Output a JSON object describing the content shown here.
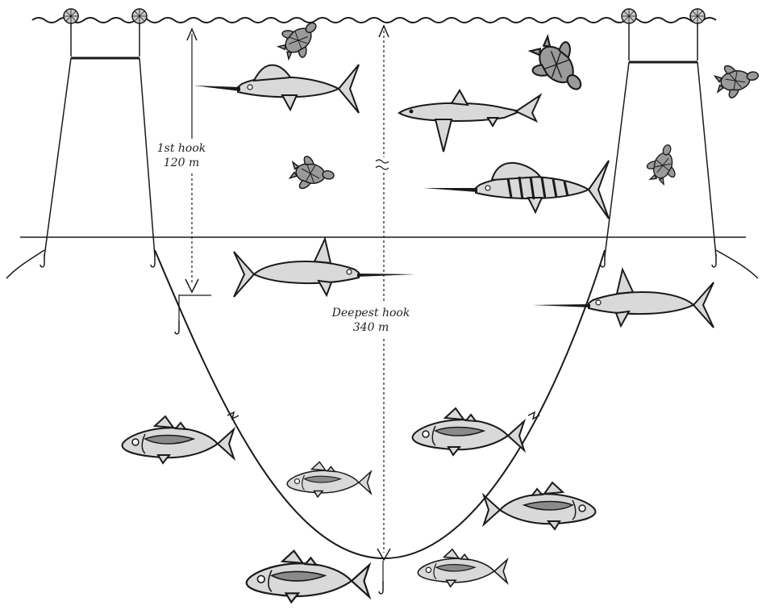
{
  "labels": {
    "first_hook_line1": "1st hook",
    "first_hook_line2": "120 m",
    "deepest_hook_line1": "Deepest hook",
    "deepest_hook_line2": "340 m"
  },
  "icons": {
    "float": "float-buoy-icon",
    "hook": "hook-icon",
    "turtle": "sea-turtle-icon",
    "marlin": "marlin-icon",
    "swordfish": "swordfish-icon",
    "shark": "shark-icon",
    "tuna": "tuna-icon"
  },
  "colors": {
    "line": "#1a1a1a",
    "fish_fill": "#d9d9d9",
    "fish_shade": "#8a8a8a",
    "background": "#ffffff"
  }
}
